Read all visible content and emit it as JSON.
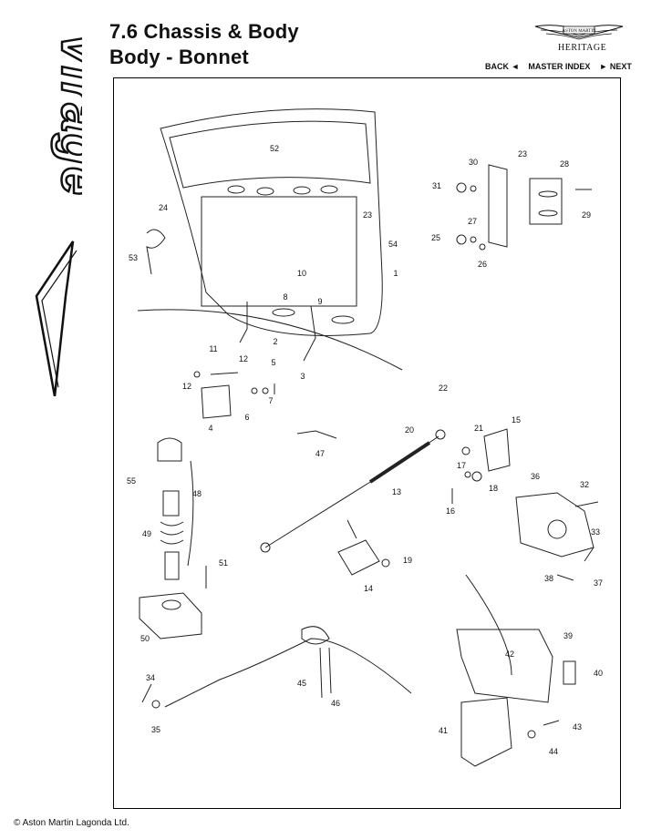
{
  "header": {
    "section_title": "7.6 Chassis & Body",
    "subtitle": "Body - Bonnet",
    "brand_text": "ASTON MARTIN",
    "heritage_label": "HERITAGE",
    "nav": {
      "back": "BACK ◄",
      "master_index": "MASTER INDEX",
      "next": "► NEXT"
    }
  },
  "side_logo_text": "Virage",
  "callouts": [
    "52",
    "24",
    "23",
    "54",
    "1",
    "53",
    "10",
    "8",
    "9",
    "2",
    "11",
    "12",
    "5",
    "12",
    "7",
    "6",
    "3",
    "4",
    "30",
    "31",
    "23",
    "28",
    "29",
    "25",
    "27",
    "26",
    "22",
    "20",
    "21",
    "15",
    "47",
    "17",
    "18",
    "16",
    "55",
    "48",
    "49",
    "13",
    "36",
    "32",
    "33",
    "19",
    "14",
    "51",
    "38",
    "37",
    "50",
    "39",
    "42",
    "40",
    "34",
    "45",
    "46",
    "35",
    "41",
    "43",
    "44"
  ],
  "footer": {
    "copyright": "© Aston Martin Lagonda Ltd."
  }
}
